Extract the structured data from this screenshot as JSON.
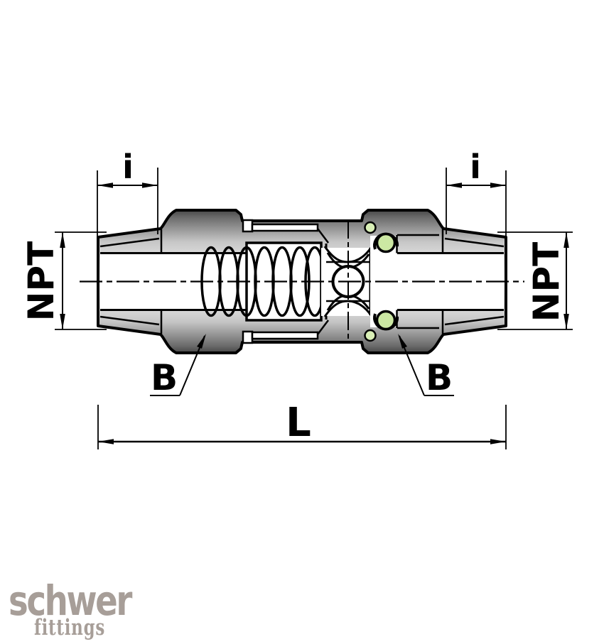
{
  "drawing": {
    "title": "check-valve-cross-section",
    "annotations": {
      "dim_i_left": {
        "label": "i"
      },
      "dim_i_right": {
        "label": "i"
      },
      "dim_npt_left": {
        "label": "NPT"
      },
      "dim_npt_right": {
        "label": "NPT"
      },
      "callout_b_left": {
        "label": "B"
      },
      "callout_b_right": {
        "label": "B"
      },
      "dim_l": {
        "label": "L"
      }
    },
    "colors": {
      "line": "#000000",
      "seal_green": "#cce8a3",
      "seal_green_light": "#d9efb6",
      "metal_dark": "#474747",
      "metal_mid": "#c6c6c6",
      "metal_light": "#fbfbfb",
      "background": "#ffffff",
      "logo_gray": "#a79e98"
    }
  },
  "logo": {
    "brand": "schwer",
    "sub": "fittings"
  }
}
